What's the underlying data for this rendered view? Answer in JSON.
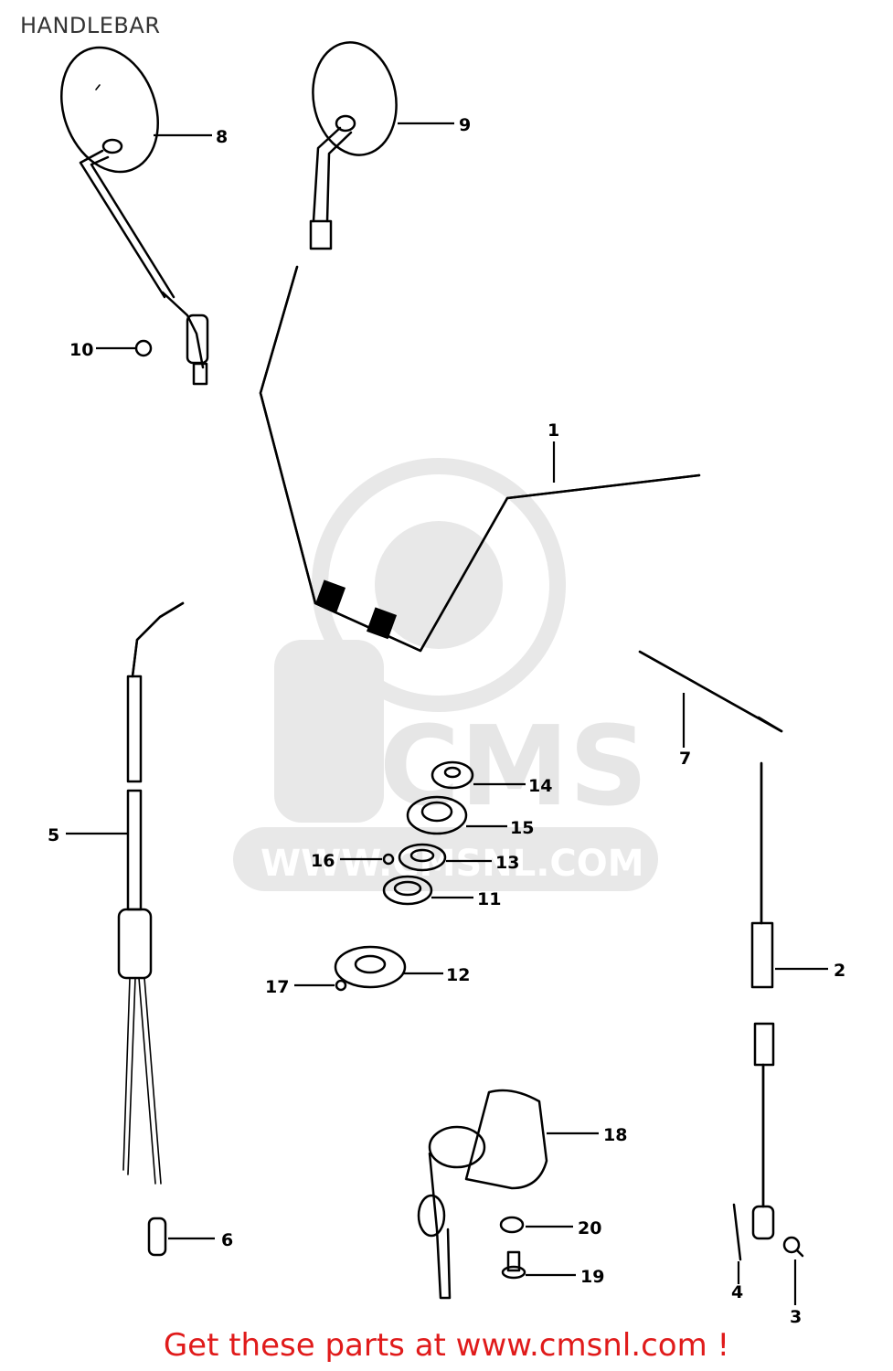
{
  "header": {
    "title": "HANDLEBAR"
  },
  "watermark": {
    "logo": "CMS",
    "url": "WWW.CMSNL.COM"
  },
  "callouts": {
    "c1": "1",
    "c2": "2",
    "c3": "3",
    "c4": "4",
    "c5": "5",
    "c6": "6",
    "c7": "7",
    "c8": "8",
    "c9": "9",
    "c10": "10",
    "c11": "11",
    "c12": "12",
    "c13": "13",
    "c14": "14",
    "c15": "15",
    "c16": "16",
    "c17": "17",
    "c18": "18",
    "c19": "19",
    "c20": "20"
  },
  "footer": {
    "text": "Get these parts at www.cmsnl.com !",
    "color": "#e01b1b"
  }
}
